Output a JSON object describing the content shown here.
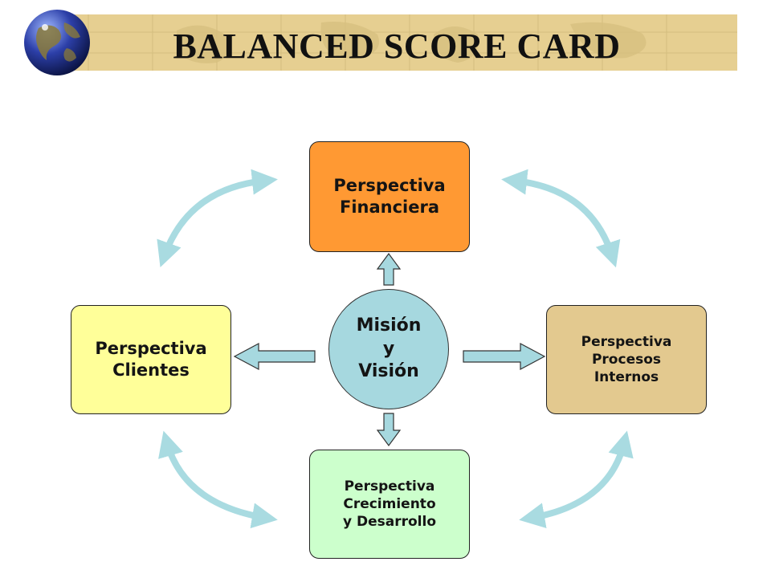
{
  "slide": {
    "title": "BALANCED SCORE CARD"
  },
  "diagram": {
    "center": {
      "label": "Misión\ny\nVisión"
    },
    "nodes": {
      "financiera": {
        "label": "Perspectiva\nFinanciera"
      },
      "clientes": {
        "label": "Perspectiva\nClientes"
      },
      "procesos": {
        "label": "Perspectiva\nProcesos\nInternos"
      },
      "crecimiento": {
        "label": "Perspectiva\nCrecimiento\ny Desarrollo"
      }
    },
    "colors": {
      "financiera": "#ff9933",
      "clientes": "#ffff99",
      "procesos": "#e3c98f",
      "crecimiento": "#ccffcc",
      "center": "#a6d8df",
      "curved_arrows": "#a9dbe1",
      "title_band": "#e6cf91"
    }
  }
}
